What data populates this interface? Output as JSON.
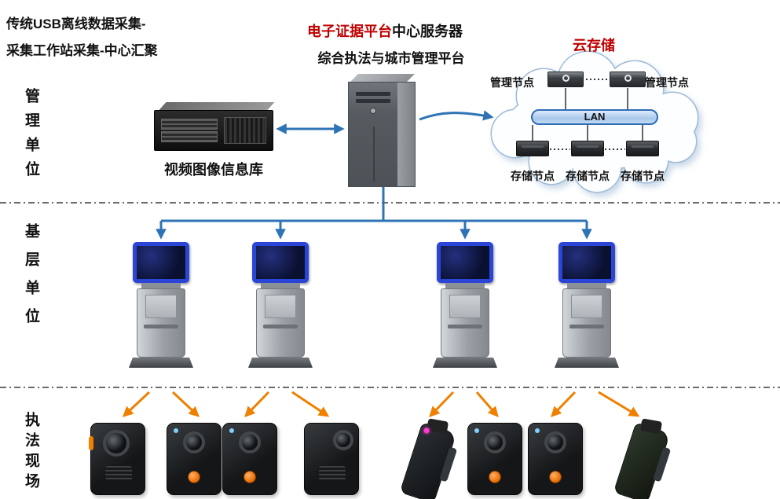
{
  "annotations": {
    "top_left_line1": "传统USB离线数据采集-",
    "top_left_line2": "采集工作站采集-中心汇聚",
    "platform_title_red": "电子证据平台",
    "platform_title_black": "中心服务器",
    "platform_subtitle": "综合执法与城市管理平台",
    "cloud_title": "云存储",
    "storage_label": "视频图像信息库",
    "lan_label": "LAN"
  },
  "sections": [
    {
      "id": "management-unit",
      "label": "管理单位"
    },
    {
      "id": "grassroots-unit",
      "label": "基层单位"
    },
    {
      "id": "enforcement-site",
      "label": "执法现场"
    }
  ],
  "cloud_nodes": {
    "management_left": "管理节点",
    "management_right": "管理节点",
    "storage": [
      "存储节点",
      "存储节点",
      "存储节点"
    ]
  },
  "devices": {
    "video_repository_icon": "rack-storage-server",
    "central_server_icon": "tower-server",
    "workstation_count": 4,
    "body_camera_count": 8
  },
  "colors": {
    "arrow_blue": "#2E74B5",
    "arrow_orange": "#F08000",
    "title_red": "#C00000",
    "kiosk_screen_frame": "#2B46D6"
  }
}
